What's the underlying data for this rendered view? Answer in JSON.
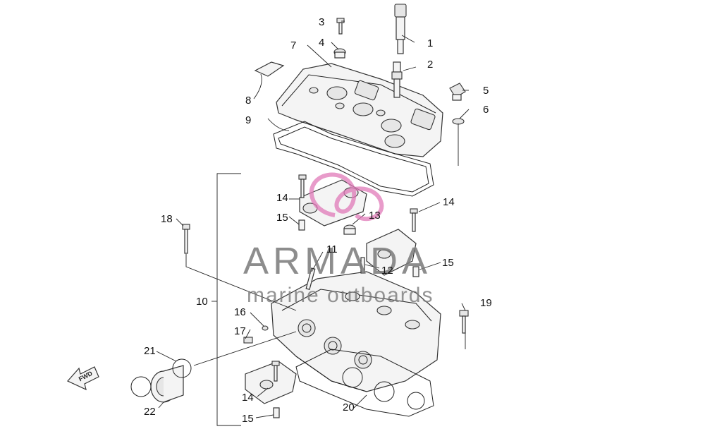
{
  "watermark": {
    "brand": "ARMADA",
    "tagline": "marine outboards",
    "accent_color": "#e07ab8"
  },
  "fwd_label": "FWD",
  "callouts": [
    "1",
    "2",
    "3",
    "4",
    "5",
    "6",
    "7",
    "8",
    "9",
    "10",
    "11",
    "12",
    "13",
    "14",
    "14",
    "14",
    "15",
    "15",
    "15",
    "16",
    "17",
    "18",
    "19",
    "20",
    "21",
    "22"
  ]
}
